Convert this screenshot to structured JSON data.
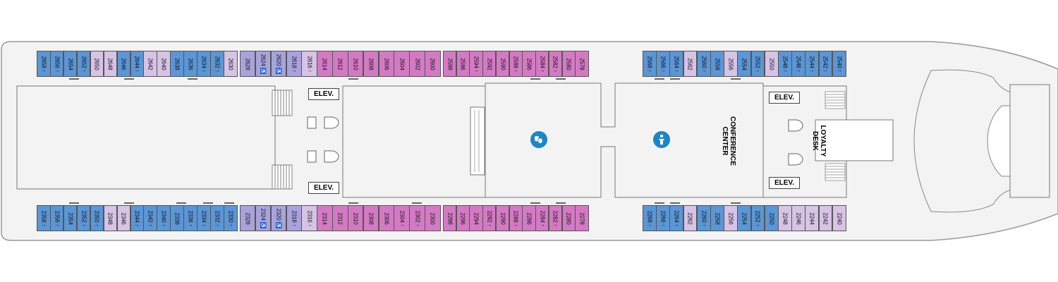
{
  "colors": {
    "blue": "#5b96d6",
    "violet": "#a9a3dc",
    "lavender": "#d7c3e6",
    "magenta": "#d47ac4",
    "hull": "#f3f3f3",
    "icon": "#1a86c8"
  },
  "labels": {
    "elev_1": "ELEV.",
    "elev_2": "ELEV.",
    "elev_3": "ELEV.",
    "elev_4": "ELEV.",
    "conference_line1": "CONFERENCE",
    "conference_line2": "CENTER",
    "loyalty_line1": "LOYALTY",
    "loyalty_line2": "DESK"
  },
  "icons": {
    "theater": "theater-masks-icon",
    "conference": "conference-podium-icon"
  },
  "cabins": {
    "top": [
      {
        "n": "2658",
        "s": "↑",
        "c": "blue"
      },
      {
        "n": "2656",
        "s": "↑",
        "c": "blue"
      },
      {
        "n": "2654",
        "s": "",
        "c": "blue"
      },
      {
        "n": "2652",
        "s": "↑",
        "c": "blue"
      },
      {
        "n": "2650",
        "s": "",
        "c": "lavender"
      },
      {
        "n": "2648",
        "s": "",
        "c": "lavender"
      },
      {
        "n": "2646",
        "s": "",
        "c": "blue"
      },
      {
        "n": "2644",
        "s": "↑",
        "c": "blue"
      },
      {
        "n": "2642",
        "s": "",
        "c": "lavender"
      },
      {
        "n": "2640",
        "s": "",
        "c": "lavender"
      },
      {
        "n": "2638",
        "s": "",
        "c": "blue"
      },
      {
        "n": "2636",
        "s": "",
        "c": "blue"
      },
      {
        "n": "2634",
        "s": "↑",
        "c": "blue"
      },
      {
        "n": "2632",
        "s": "↑",
        "c": "blue"
      },
      {
        "n": "2630",
        "s": "",
        "c": "lavender"
      },
      {
        "n": "2628",
        "s": "",
        "c": "violet"
      },
      {
        "n": "2624",
        "s": "♿",
        "c": "violet"
      },
      {
        "n": "2620",
        "s": "♿",
        "c": "violet"
      },
      {
        "n": "2618",
        "s": "↑",
        "c": "violet"
      },
      {
        "n": "2616",
        "s": "↑",
        "c": "lavender"
      },
      {
        "n": "2614",
        "s": "",
        "c": "magenta"
      },
      {
        "n": "2612",
        "s": "",
        "c": "magenta"
      },
      {
        "n": "2610",
        "s": "",
        "c": "magenta"
      },
      {
        "n": "2608",
        "s": "",
        "c": "magenta"
      },
      {
        "n": "2606",
        "s": "",
        "c": "magenta"
      },
      {
        "n": "2604",
        "s": "",
        "c": "magenta"
      },
      {
        "n": "2602",
        "s": "",
        "c": "magenta"
      },
      {
        "n": "2600",
        "s": "",
        "c": "magenta"
      },
      {
        "n": "2598",
        "s": "",
        "c": "magenta"
      },
      {
        "n": "2596",
        "s": "",
        "c": "magenta"
      },
      {
        "n": "2594",
        "s": "↑",
        "c": "magenta"
      },
      {
        "n": "2592",
        "s": "",
        "c": "magenta"
      },
      {
        "n": "2590",
        "s": "",
        "c": "magenta"
      },
      {
        "n": "2588",
        "s": "↑",
        "c": "magenta"
      },
      {
        "n": "2586",
        "s": "",
        "c": "magenta"
      },
      {
        "n": "2584",
        "s": "↑",
        "c": "magenta"
      },
      {
        "n": "2582",
        "s": "↑",
        "c": "magenta"
      },
      {
        "n": "2580",
        "s": "",
        "c": "magenta"
      },
      {
        "n": "2578",
        "s": "",
        "c": "magenta"
      },
      {
        "n": "2568",
        "s": "↑",
        "c": "blue"
      },
      {
        "n": "2566",
        "s": "↑",
        "c": "blue"
      },
      {
        "n": "2564",
        "s": "↑",
        "c": "blue"
      },
      {
        "n": "2562",
        "s": "",
        "c": "lavender"
      },
      {
        "n": "2560",
        "s": "↑",
        "c": "blue"
      },
      {
        "n": "2558",
        "s": "",
        "c": "blue"
      },
      {
        "n": "2556",
        "s": "",
        "c": "lavender"
      },
      {
        "n": "2554",
        "s": "",
        "c": "blue"
      },
      {
        "n": "2552",
        "s": "↑",
        "c": "blue"
      },
      {
        "n": "2550",
        "s": "",
        "c": "lavender"
      },
      {
        "n": "2548",
        "s": "↑",
        "c": "blue"
      },
      {
        "n": "2546",
        "s": "↑",
        "c": "blue"
      },
      {
        "n": "2544",
        "s": "↑",
        "c": "blue"
      },
      {
        "n": "2542",
        "s": "↑",
        "c": "blue"
      },
      {
        "n": "2540",
        "s": "↑",
        "c": "blue"
      }
    ],
    "bottom": [
      {
        "n": "2358",
        "s": "↑",
        "c": "blue"
      },
      {
        "n": "2356",
        "s": "↑",
        "c": "blue"
      },
      {
        "n": "2354",
        "s": "",
        "c": "blue"
      },
      {
        "n": "2352",
        "s": "↑",
        "c": "blue"
      },
      {
        "n": "2350",
        "s": "↑",
        "c": "blue"
      },
      {
        "n": "2348",
        "s": "",
        "c": "lavender"
      },
      {
        "n": "2346",
        "s": "",
        "c": "lavender"
      },
      {
        "n": "2344",
        "s": "↑",
        "c": "blue"
      },
      {
        "n": "2342",
        "s": "↑",
        "c": "blue"
      },
      {
        "n": "2340",
        "s": "↑",
        "c": "blue"
      },
      {
        "n": "2338",
        "s": "",
        "c": "blue"
      },
      {
        "n": "2336",
        "s": "↑",
        "c": "blue"
      },
      {
        "n": "2334",
        "s": "↑",
        "c": "blue"
      },
      {
        "n": "2332",
        "s": "↑",
        "c": "blue"
      },
      {
        "n": "2330",
        "s": "↑",
        "c": "blue"
      },
      {
        "n": "2328",
        "s": "",
        "c": "violet"
      },
      {
        "n": "2324",
        "s": "♿",
        "c": "violet"
      },
      {
        "n": "2320",
        "s": "♿",
        "c": "violet"
      },
      {
        "n": "2318",
        "s": "↑",
        "c": "violet"
      },
      {
        "n": "2316",
        "s": "↑",
        "c": "lavender"
      },
      {
        "n": "2314",
        "s": "",
        "c": "magenta"
      },
      {
        "n": "2312",
        "s": "",
        "c": "magenta"
      },
      {
        "n": "2310",
        "s": "",
        "c": "magenta"
      },
      {
        "n": "2308",
        "s": "",
        "c": "magenta"
      },
      {
        "n": "2306",
        "s": "",
        "c": "magenta"
      },
      {
        "n": "2304",
        "s": "↑",
        "c": "magenta"
      },
      {
        "n": "2302",
        "s": "↑",
        "c": "magenta"
      },
      {
        "n": "2300",
        "s": "",
        "c": "magenta"
      },
      {
        "n": "2298",
        "s": "",
        "c": "magenta"
      },
      {
        "n": "2296",
        "s": "",
        "c": "magenta"
      },
      {
        "n": "2294",
        "s": "",
        "c": "magenta"
      },
      {
        "n": "2292",
        "s": "↑",
        "c": "magenta"
      },
      {
        "n": "2290",
        "s": "",
        "c": "magenta"
      },
      {
        "n": "2288",
        "s": "↑",
        "c": "magenta"
      },
      {
        "n": "2286",
        "s": "",
        "c": "magenta"
      },
      {
        "n": "2284",
        "s": "↑",
        "c": "magenta"
      },
      {
        "n": "2282",
        "s": "↑",
        "c": "magenta"
      },
      {
        "n": "2280",
        "s": "",
        "c": "magenta"
      },
      {
        "n": "2278",
        "s": "",
        "c": "magenta"
      },
      {
        "n": "2268",
        "s": "↑",
        "c": "blue"
      },
      {
        "n": "2266",
        "s": "↑",
        "c": "blue"
      },
      {
        "n": "2264",
        "s": "↑",
        "c": "blue"
      },
      {
        "n": "2262",
        "s": "",
        "c": "lavender"
      },
      {
        "n": "2260",
        "s": "↑",
        "c": "blue"
      },
      {
        "n": "2258",
        "s": "",
        "c": "blue"
      },
      {
        "n": "2256",
        "s": "",
        "c": "lavender"
      },
      {
        "n": "2254",
        "s": "",
        "c": "blue"
      },
      {
        "n": "2252",
        "s": "↑",
        "c": "blue"
      },
      {
        "n": "2250",
        "s": "",
        "c": "blue"
      },
      {
        "n": "2248",
        "s": "",
        "c": "lavender"
      },
      {
        "n": "2246",
        "s": "",
        "c": "lavender"
      },
      {
        "n": "2244",
        "s": "",
        "c": "lavender"
      },
      {
        "n": "2242",
        "s": "",
        "c": "lavender"
      },
      {
        "n": "2240",
        "s": "",
        "c": "lavender"
      }
    ]
  }
}
